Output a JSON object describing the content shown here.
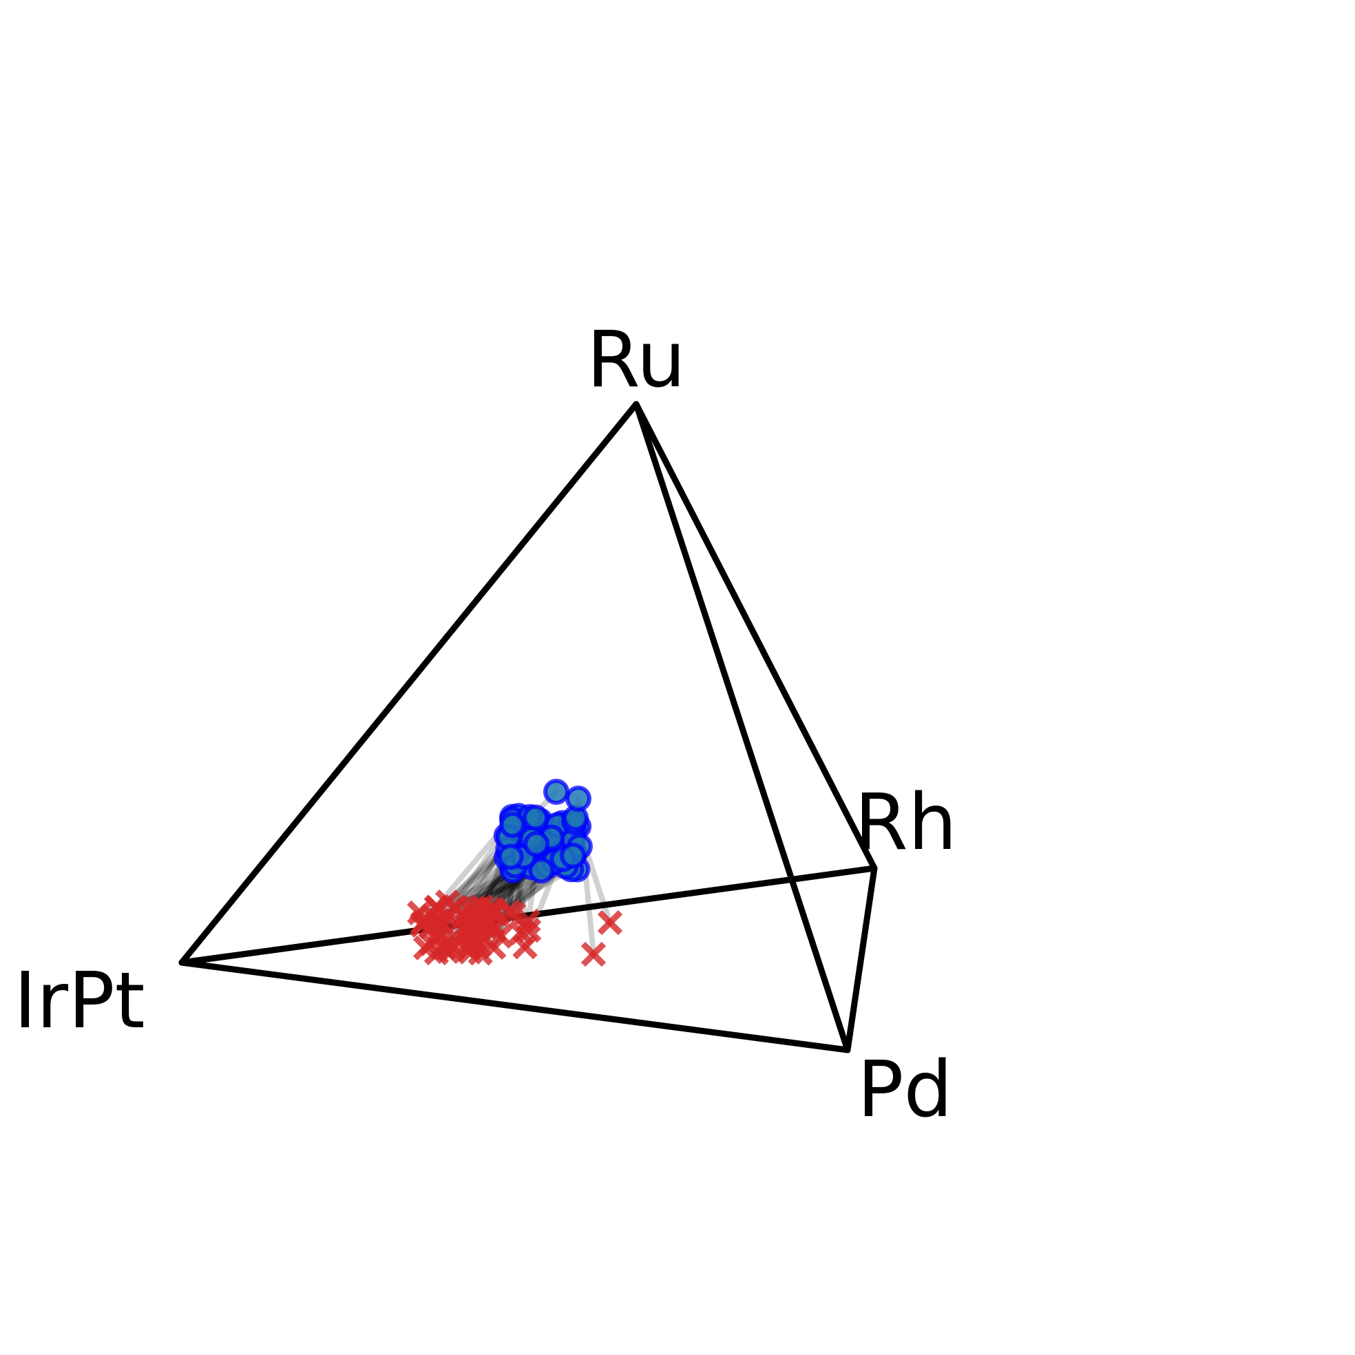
{
  "diagram": {
    "vertices": {
      "ru": "Ru",
      "rh": "Rh",
      "irpt": "IrPt",
      "pd": "Pd"
    },
    "colors": {
      "edge": "#000000",
      "initial_marker": "#d62728",
      "final_marker_fill": "#1f77b4",
      "final_marker_edge": "#0000ff",
      "trajectory": "#000000"
    },
    "markers": {
      "initial": "x",
      "final": "circle"
    }
  }
}
